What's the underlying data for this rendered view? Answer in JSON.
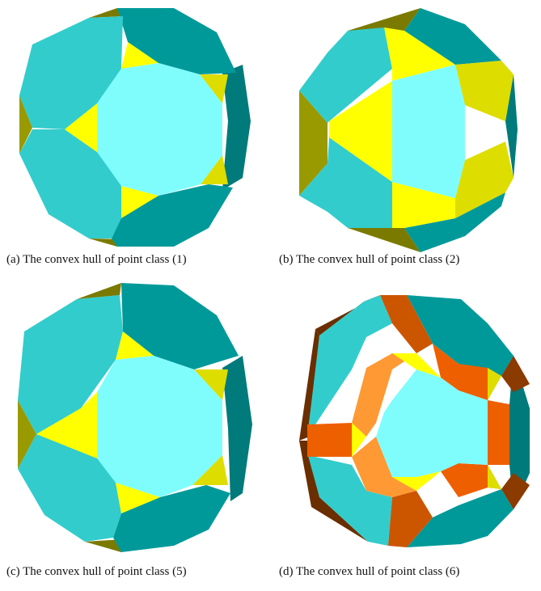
{
  "colors": {
    "cyan_light": "#7ffdfd",
    "cyan": "#33cccc",
    "teal": "#009999",
    "teal_dark": "#007a7a",
    "yellow": "#ffff00",
    "yellow_dim": "#dddd00",
    "olive": "#999900",
    "olive_dark": "#7a7a00",
    "orange": "#ff9933",
    "orange_dark": "#ee5f00",
    "rust": "#cc5500",
    "brown": "#8b3a00",
    "brown_dark": "#6b2e00"
  },
  "panels": [
    {
      "caption": "(a)  The convex hull of point class (1)"
    },
    {
      "caption": "(b)  The convex hull of point class (2)"
    },
    {
      "caption": "(c)  The convex hull of point class (5)"
    },
    {
      "caption": "(d)  The convex hull of point class (6)"
    }
  ]
}
